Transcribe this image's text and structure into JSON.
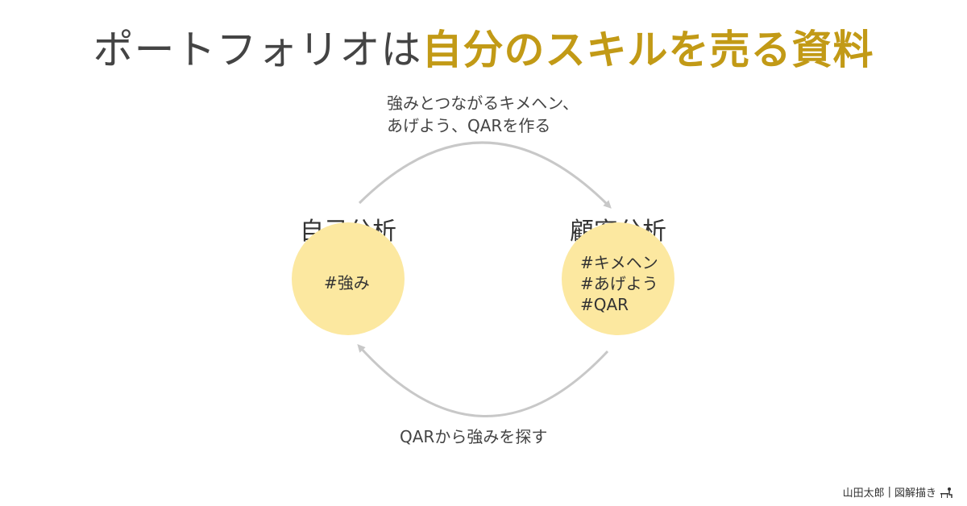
{
  "title": {
    "prefix": "ポートフォリオは",
    "highlight": "自分のスキルを売る資料"
  },
  "nodes": {
    "self_analysis": {
      "label": "自己分析",
      "tags": [
        "#強み"
      ]
    },
    "customer_analysis": {
      "label": "顧客分析",
      "tags": [
        "#キメヘン",
        "#あげよう",
        "#QAR"
      ]
    }
  },
  "arrows": {
    "top": {
      "line1": "強みとつながるキメヘン、",
      "line2": "あげよう、QARを作る"
    },
    "bottom": {
      "text": "QARから強みを探す"
    }
  },
  "credit": {
    "author": "山田太郎",
    "separator": "|",
    "series": "図解描き",
    "icon": "desk-person-icon"
  },
  "colors": {
    "accent": "#c29a16",
    "circle_fill": "#fce8a0",
    "arrow": "#c8c8c8",
    "text": "#444444"
  }
}
